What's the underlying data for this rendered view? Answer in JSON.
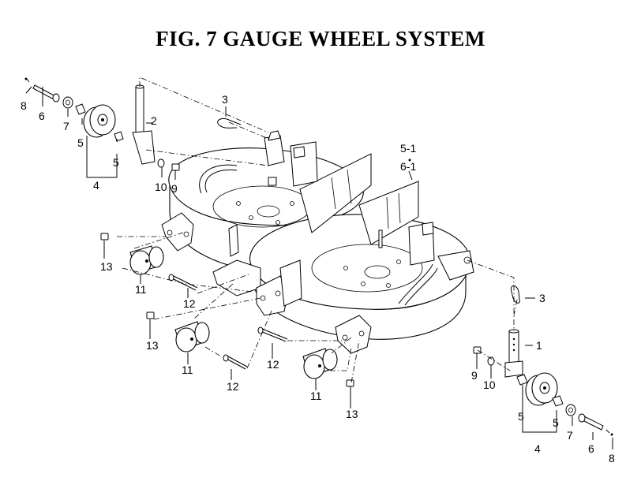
{
  "figure": {
    "title": "FIG. 7  GAUGE WHEEL SYSTEM"
  },
  "callouts": {
    "c1": "1",
    "c2": "2",
    "c3a": "3",
    "c3b": "3",
    "c4a": "4",
    "c4b": "4",
    "c5a": "5",
    "c5b": "5",
    "c5c": "5",
    "c5d": "5",
    "c51": "5-1",
    "c61": "6-1",
    "c6a": "6",
    "c6b": "6",
    "c7a": "7",
    "c7b": "7",
    "c8a": "8",
    "c8b": "8",
    "c9a": "9",
    "c9b": "9",
    "c10a": "10",
    "c10b": "10",
    "c11a": "11",
    "c11b": "11",
    "c11c": "11",
    "c12a": "12",
    "c12b": "12",
    "c12c": "12",
    "c13a": "13",
    "c13b": "13",
    "c13c": "13"
  }
}
